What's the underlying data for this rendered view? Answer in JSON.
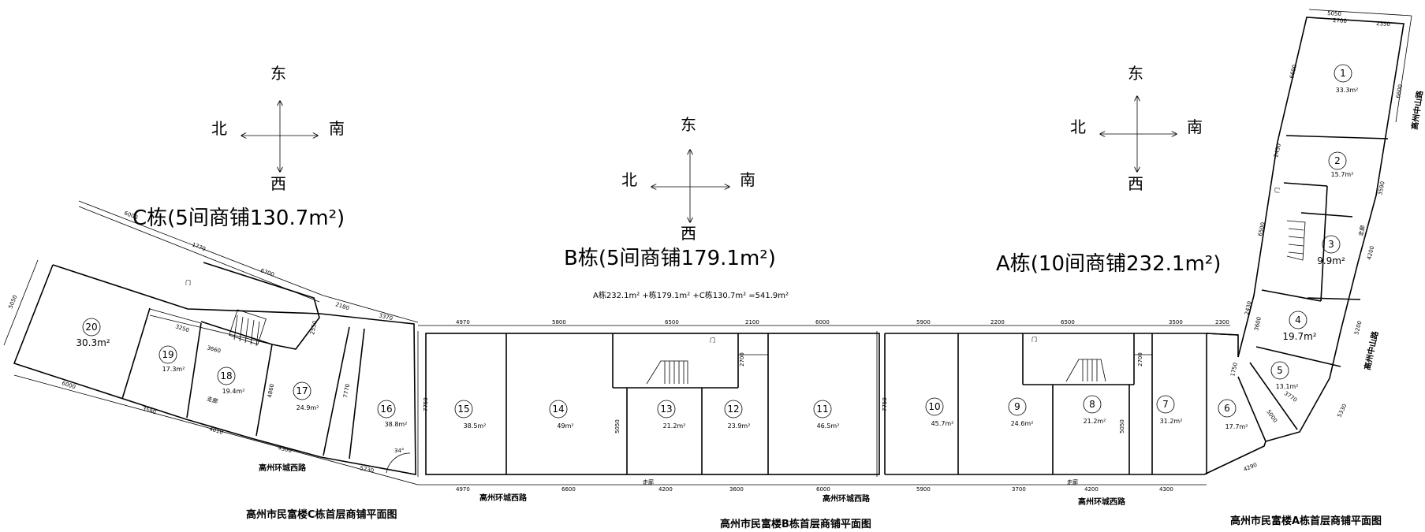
{
  "buildings": {
    "a": {
      "title": "A栋(10间商铺232.1m²)",
      "caption": "高州市民富楼A栋首层商铺平面图"
    },
    "b": {
      "title": "B栋(5间商铺179.1m²)",
      "caption": "高州市民富楼B栋首层商铺平面图"
    },
    "c": {
      "title": "C栋(5间商铺130.7m²)",
      "caption": "高州市民富楼C栋首层商铺平面图"
    }
  },
  "summary": "A栋232.1m² +栋179.1m² +C栋130.7m² =541.9m²",
  "compass": {
    "east": "东",
    "west": "西",
    "north": "北",
    "south": "南"
  },
  "roads": {
    "huancheng": "高州环城西路",
    "zhongshan": "高州中山路",
    "walkway": "走廊"
  },
  "door": "门",
  "shops": [
    {
      "id": "1",
      "area": "33.3m²"
    },
    {
      "id": "2",
      "area": "15.7m²"
    },
    {
      "id": "3",
      "area": "9.9m²"
    },
    {
      "id": "4",
      "area": "19.7m²"
    },
    {
      "id": "5",
      "area": "13.1m²"
    },
    {
      "id": "6",
      "area": "17.7m²"
    },
    {
      "id": "7",
      "area": "31.2m²"
    },
    {
      "id": "8",
      "area": "21.2m²"
    },
    {
      "id": "9",
      "area": "24.6m²"
    },
    {
      "id": "10",
      "area": "45.7m²"
    },
    {
      "id": "11",
      "area": "46.5m²"
    },
    {
      "id": "12",
      "area": "23.9m²"
    },
    {
      "id": "13",
      "area": "21.2m²"
    },
    {
      "id": "14",
      "area": "49m²"
    },
    {
      "id": "15",
      "area": "38.5m²"
    },
    {
      "id": "16",
      "area": "38.8m²"
    },
    {
      "id": "17",
      "area": "24.9m²"
    },
    {
      "id": "18",
      "area": "19.4m²"
    },
    {
      "id": "19",
      "area": "17.3m²"
    },
    {
      "id": "20",
      "area": "30.3m²"
    }
  ],
  "dimensions": {
    "b_top": [
      "4970",
      "5800",
      "6500",
      "2100",
      "6000"
    ],
    "a_top": [
      "5900",
      "2200",
      "6500",
      "3500",
      "2300"
    ],
    "b_bottom": [
      "4970",
      "6600",
      "4200",
      "3600",
      "6000"
    ],
    "a_bottom": [
      "5900",
      "3700",
      "4200",
      "4300"
    ],
    "c_top": [
      "6000",
      "1770",
      "6700",
      "2180",
      "3370"
    ],
    "c_bottom": [
      "6000",
      "3590",
      "4010",
      "4300",
      "5230"
    ],
    "c_inner": [
      "3250",
      "3660",
      "2550",
      "4860",
      "7770"
    ],
    "depth": [
      "7750",
      "5050",
      "2700",
      "7750",
      "5050",
      "2700"
    ],
    "c_left": "5050",
    "a_tower_top": [
      "5050",
      "2700",
      "2350"
    ],
    "a_tower_left": [
      "6600",
      "2450",
      "6500",
      "2430",
      "3600",
      "1750"
    ],
    "a_tower_right": [
      "6600",
      "3590",
      "4200",
      "5200",
      "5330",
      "4290"
    ],
    "a_tower_inner": [
      "3770",
      "5000"
    ],
    "angle": "34°"
  }
}
